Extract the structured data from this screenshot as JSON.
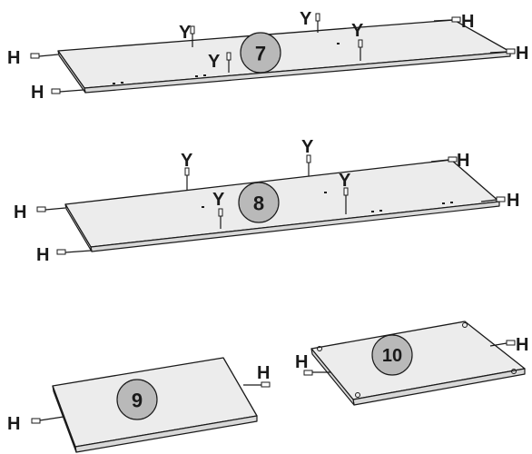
{
  "labels": {
    "dowel": "H",
    "screw": "Y"
  },
  "steps": [
    {
      "number": "7"
    },
    {
      "number": "8"
    },
    {
      "number": "9"
    },
    {
      "number": "10"
    }
  ],
  "colors": {
    "ink": "#1a1a1a",
    "panel": "#ececec",
    "panel_edge": "#d8d8d8",
    "step_badge": "#b9b9b9",
    "background": "#ffffff"
  },
  "icons": [
    "dowel-icon",
    "cam-screw-icon",
    "step-number-badge"
  ]
}
